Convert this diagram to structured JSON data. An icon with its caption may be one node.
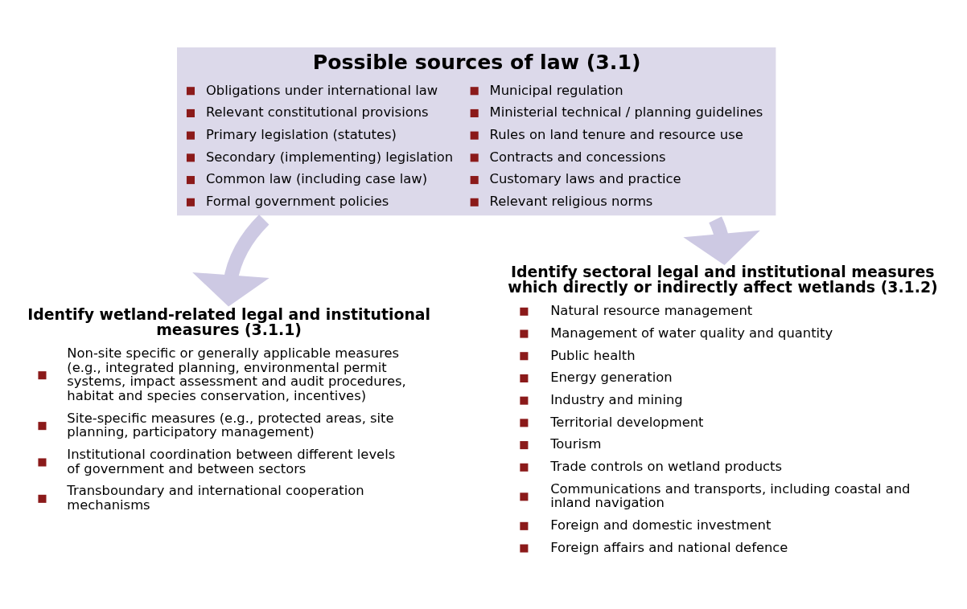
{
  "diagram": {
    "nodes": [
      {
        "text": [
          "Possible sources of law (3.1)",
          "Obligations under international law",
          "Relevant constitutional provisions",
          "Primary legislation (statutes)",
          "Secondary (implementing) legislation",
          "Common law (including case law)",
          "Formal government policies",
          "Municipal regulation",
          "Ministerial technical / planning guidelines",
          "Rules on land tenure and resource use",
          "Contracts and concessions",
          "Customary laws and practice",
          "Relevant religious norms"
        ]
      },
      {
        "text": [
          "Identify wetland-related legal and institutional measures (3.1.1)",
          "Non-site specific or generally applicable measures (e.g., integrated planning, environmental permit systems, impact assessment and audit procedures, habitat and species conservation, incentives)",
          "Site-specific measures (e.g., protected areas, site planning, participatory management)",
          "Institutional coordination between different levels of government and between sectors",
          "Transboundary and international cooperation mechanisms"
        ]
      },
      {
        "text": [
          "Identify sectoral legal and institutional measures which directly or indirectly affect wetlands (3.1.2)",
          "Natural resource management",
          "Management of water quality and quantity",
          "Public health",
          "Energy generation",
          "Industry and mining",
          "Territorial development",
          "Tourism",
          "Trade controls on wetland products",
          "Communications and transports, including coastal and inland navigation",
          "Foreign and domestic investment",
          "Foreign affairs and national defence"
        ]
      }
    ],
    "edges": [
      {
        "from": 0,
        "to": 1,
        "arrow": "to",
        "color": "#cdc9e3"
      },
      {
        "from": 0,
        "to": 2,
        "arrow": "to",
        "color": "#cdc9e3"
      }
    ]
  }
}
